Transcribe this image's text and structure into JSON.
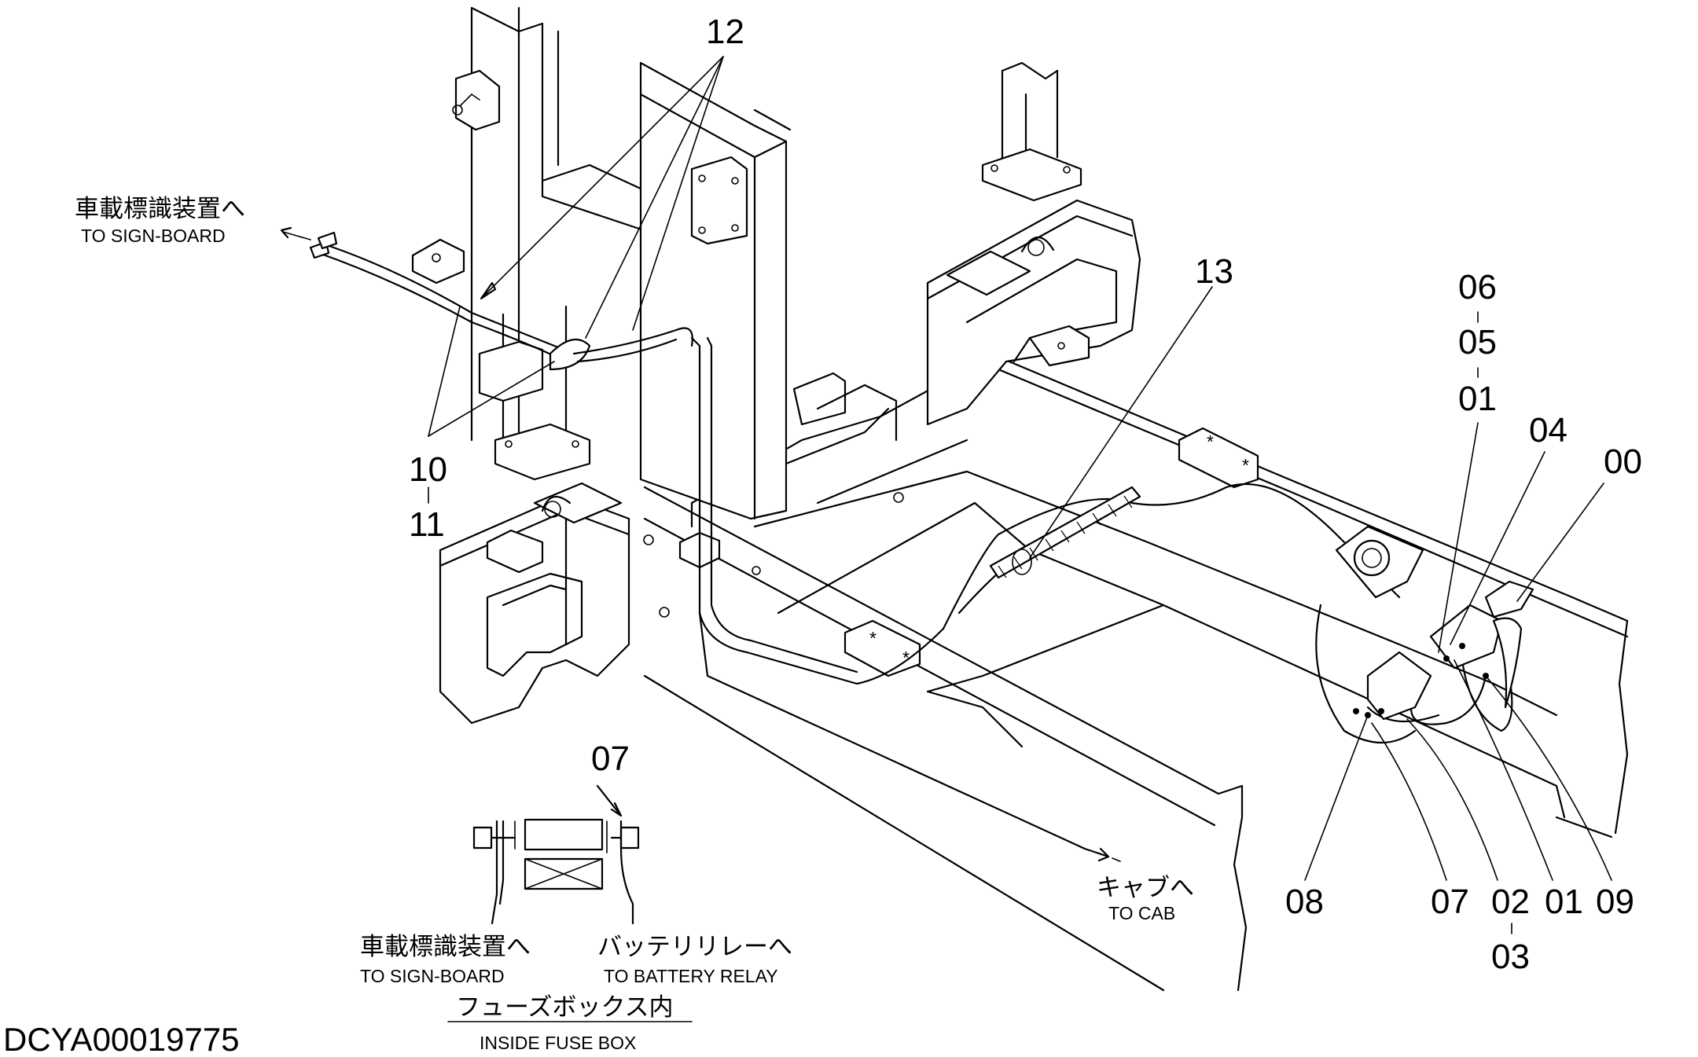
{
  "labels": {
    "sign_board_top_jp": "車載標識装置へ",
    "sign_board_top_en": "TO SIGN-BOARD",
    "cab_jp": "キャブへ",
    "cab_en": "TO CAB",
    "sign_board_bottom_jp": "車載標識装置へ",
    "sign_board_bottom_en": "TO SIGN-BOARD",
    "battery_jp": "バッテリリレーへ",
    "battery_en": "TO BATTERY RELAY",
    "fuse_box_jp": "フューズボックス内",
    "fuse_box_en": "INSIDE FUSE BOX"
  },
  "callouts": {
    "c12": "12",
    "c10": "10",
    "c11": "11",
    "c13": "13",
    "c06": "06",
    "c05": "05",
    "c01_top": "01",
    "c04": "04",
    "c00": "00",
    "c08": "08",
    "c07": "07",
    "c02": "02",
    "c01_bottom": "01",
    "c09": "09",
    "c03": "03",
    "c07_detail": "07"
  },
  "document_id": "DCYA00019775"
}
